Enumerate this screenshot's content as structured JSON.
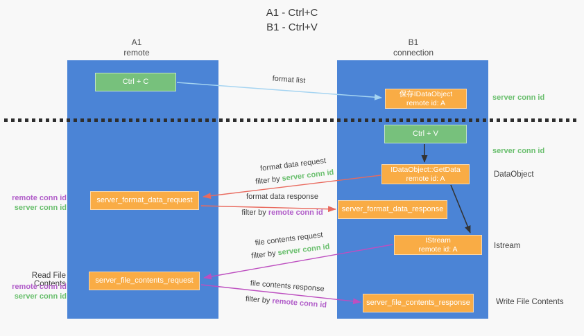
{
  "title": {
    "line1": "A1 - Ctrl+C",
    "line2": "B1 - Ctrl+V"
  },
  "lifelines": {
    "a1": {
      "title": "A1",
      "subtitle": "remote"
    },
    "b1": {
      "title": "B1",
      "subtitle": "connection"
    }
  },
  "boxes": {
    "ctrl_c": {
      "label": "Ctrl + C"
    },
    "save_idataobject": {
      "line1": "保存IDataObject",
      "line2": "remote id: A"
    },
    "ctrl_v": {
      "label": "Ctrl + V"
    },
    "getdata": {
      "line1": "IDataObject::GetData",
      "line2": "remote id: A"
    },
    "format_request": {
      "label": "server_format_data_request"
    },
    "format_response": {
      "label": "server_format_data_response"
    },
    "istream": {
      "line1": "IStream",
      "line2": "remote id: A"
    },
    "file_request": {
      "label": "server_file_contents_request"
    },
    "file_response": {
      "label": "server_file_contents_response"
    }
  },
  "arrow_labels": {
    "format_list": "format list",
    "format_data_request": "format data request",
    "format_data_response": "format data response",
    "file_contents_request": "file contents request",
    "file_contents_response": "file contents response",
    "filter_by": "filter by"
  },
  "ids": {
    "server_conn_id": "server conn id",
    "remote_conn_id": "remote conn id"
  },
  "side_labels": {
    "dataobject": "DataObject",
    "istream": "Istream",
    "read_file_contents": "Read File Contents",
    "write_file_contents": "Write File Contents"
  },
  "colors": {
    "background": "#f8f8f8",
    "lifeline_blue": "#4b84d6",
    "box_green": "#77c17c",
    "box_orange": "#f9ac45",
    "arrow_light_blue": "#a5d4f1",
    "arrow_red": "#e96a5e",
    "arrow_magenta": "#bd4fc0",
    "arrow_black": "#333333",
    "text_green": "#6abf6e",
    "text_purple": "#b15ec9"
  }
}
